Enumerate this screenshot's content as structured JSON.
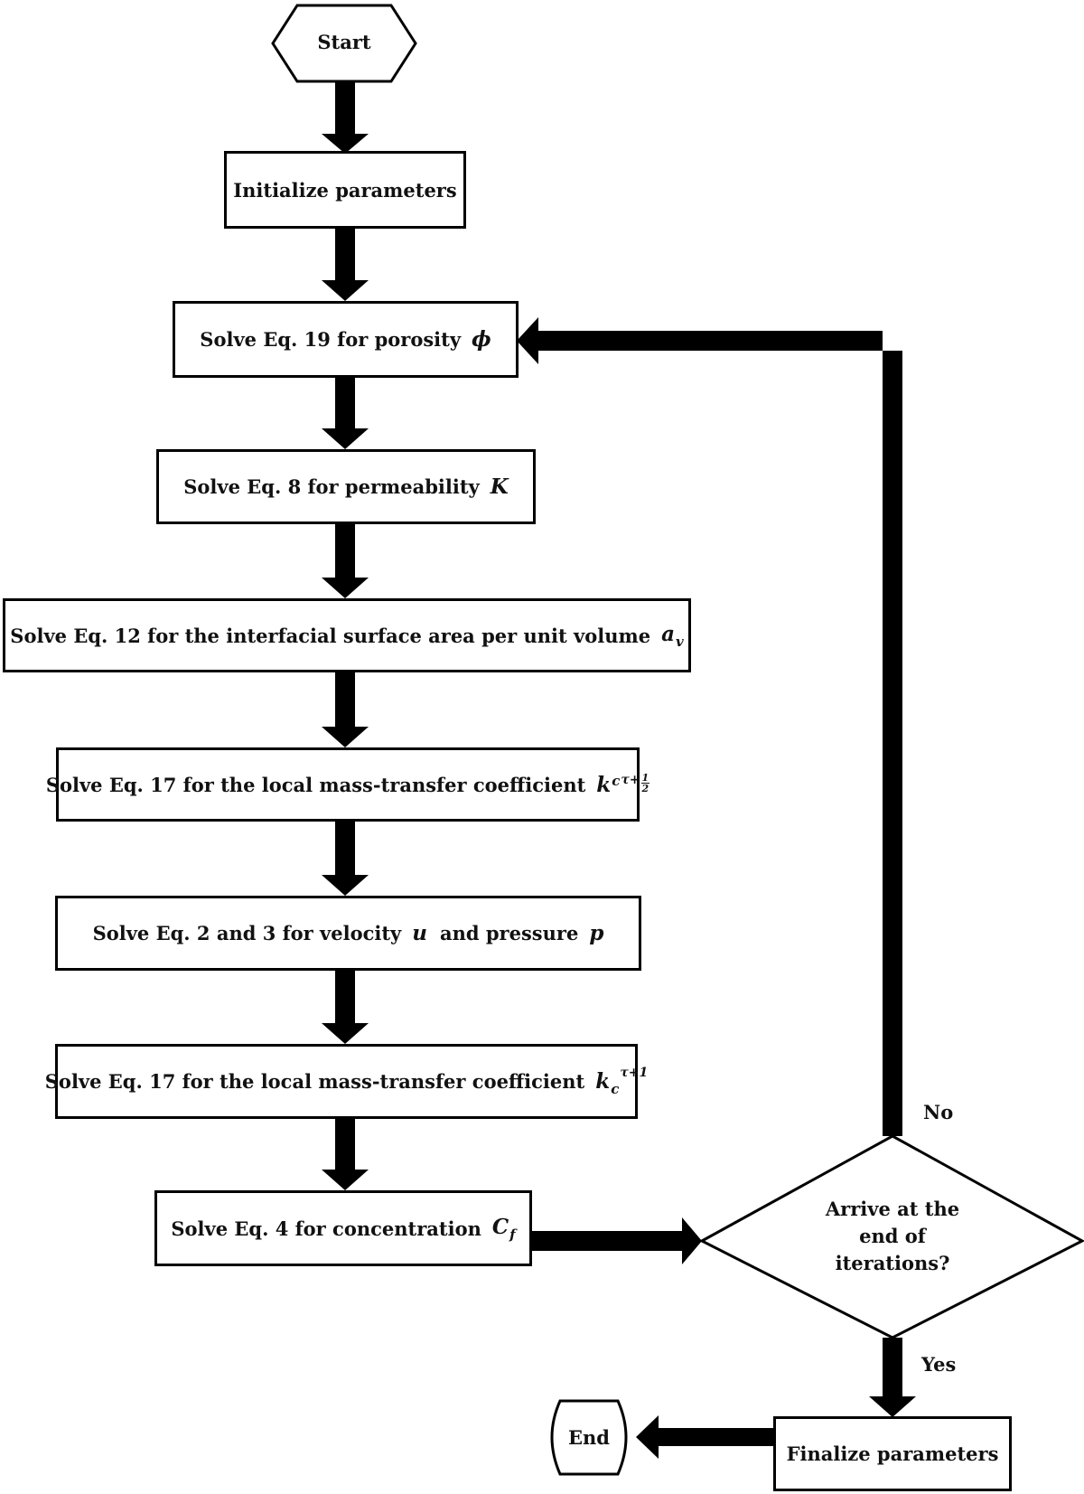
{
  "start": "Start",
  "end": "End",
  "steps": {
    "init": "Initialize parameters",
    "porosity": "Solve Eq. 19 for porosity",
    "porosity_sym": "ϕ",
    "permeability": "Solve Eq. 8 for permeability",
    "permeability_sym": "K",
    "surface": "Solve Eq. 12 for the interfacial surface area per unit volume",
    "surface_sym": "a",
    "surface_sub": "v",
    "mass_half": "Solve Eq. 17 for the local mass-transfer coefficient",
    "mass_half_sym": "k",
    "mass_half_sub": "c",
    "mass_half_sup": "τ+",
    "mass_half_num": "1",
    "mass_half_den": "2",
    "velocity": "Solve Eq. 2 and 3 for velocity",
    "velocity_sym": "u",
    "velocity_mid": "and pressure",
    "pressure_sym": "p",
    "mass_full": "Solve Eq. 17 for the local mass-transfer coefficient",
    "mass_full_sym": "k",
    "mass_full_sub": "c",
    "mass_full_sup": "τ+1",
    "concentration": "Solve Eq. 4 for concentration",
    "concentration_sym": "C",
    "concentration_sub": "f"
  },
  "decision": {
    "line1": "Arrive at the",
    "line2": "end of",
    "line3": "iterations?",
    "no_label": "No",
    "yes_label": "Yes"
  },
  "finalize": "Finalize parameters"
}
